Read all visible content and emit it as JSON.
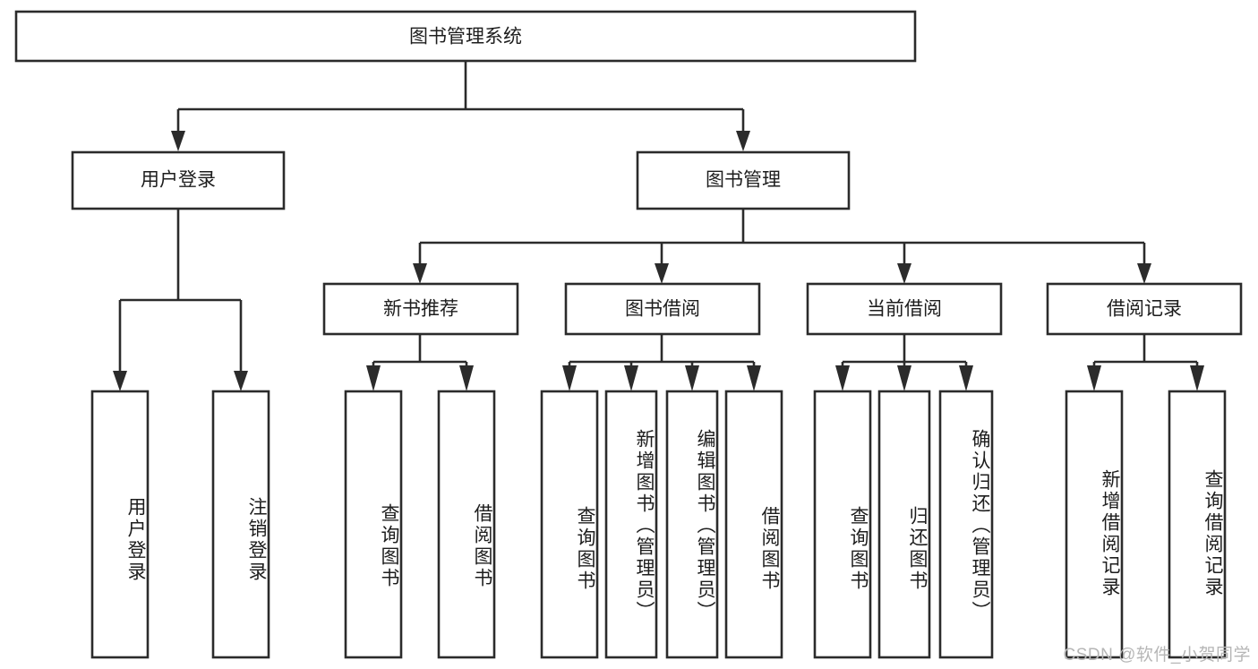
{
  "diagram": {
    "type": "hierarchy-tree",
    "title": "图书管理系统",
    "root": {
      "id": "root",
      "label": "图书管理系统",
      "level": 1
    },
    "level2": [
      {
        "id": "user-login",
        "label": "用户登录"
      },
      {
        "id": "book-manage",
        "label": "图书管理"
      }
    ],
    "level3": [
      {
        "id": "new-book-recommend",
        "label": "新书推荐",
        "parent": "book-manage"
      },
      {
        "id": "book-borrow",
        "label": "图书借阅",
        "parent": "book-manage"
      },
      {
        "id": "current-borrow",
        "label": "当前借阅",
        "parent": "book-manage"
      },
      {
        "id": "borrow-record",
        "label": "借阅记录",
        "parent": "book-manage"
      }
    ],
    "leaves": [
      {
        "id": "leaf-user-login",
        "label": "用户登录",
        "parent": "user-login"
      },
      {
        "id": "leaf-logout",
        "label": "注销登录",
        "parent": "user-login"
      },
      {
        "id": "leaf-query-book-1",
        "label": "查询图书",
        "parent": "new-book-recommend"
      },
      {
        "id": "leaf-borrow-book-1",
        "label": "借阅图书",
        "parent": "new-book-recommend"
      },
      {
        "id": "leaf-query-book-2",
        "label": "查询图书",
        "parent": "book-borrow"
      },
      {
        "id": "leaf-add-book",
        "label": "新增图书（管理员）",
        "parent": "book-borrow"
      },
      {
        "id": "leaf-edit-book",
        "label": "编辑图书（管理员）",
        "parent": "book-borrow"
      },
      {
        "id": "leaf-borrow-book-2",
        "label": "借阅图书",
        "parent": "book-borrow"
      },
      {
        "id": "leaf-query-book-3",
        "label": "查询图书",
        "parent": "current-borrow"
      },
      {
        "id": "leaf-return-book",
        "label": "归还图书",
        "parent": "current-borrow"
      },
      {
        "id": "leaf-confirm-return",
        "label": "确认归还（管理员）",
        "parent": "current-borrow"
      },
      {
        "id": "leaf-add-record",
        "label": "新增借阅记录",
        "parent": "borrow-record"
      },
      {
        "id": "leaf-query-record",
        "label": "查询借阅记录",
        "parent": "borrow-record"
      }
    ],
    "watermark": "CSDN @软件_小贺同学",
    "colors": {
      "stroke": "#2b2b2b",
      "fill": "#ffffff",
      "text": "#1d1d1d",
      "watermark": "#b6b6b6"
    }
  }
}
